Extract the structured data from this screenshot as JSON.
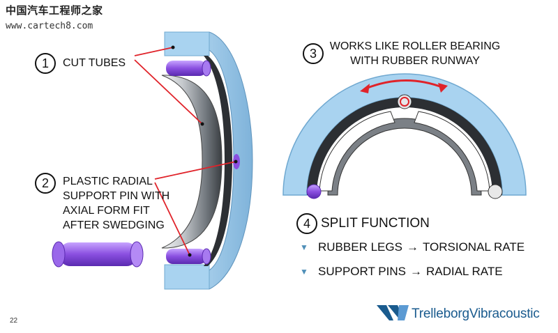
{
  "watermark": {
    "cn": "中国汽车工程师之家",
    "url": "www.cartech8.com"
  },
  "labels": {
    "n1": "1",
    "t1": "CUT  TUBES",
    "n2": "2",
    "t2": [
      "PLASTIC RADIAL",
      "SUPPORT PIN WITH",
      "AXIAL FORM FIT",
      "AFTER SWEDGING"
    ],
    "n3": "3",
    "t3": [
      "WORKS LIKE ROLLER BEARING",
      "WITH RUBBER RUNWAY"
    ],
    "n4": "4",
    "t4": "SPLIT FUNCTION"
  },
  "bullets": [
    {
      "left": "RUBBER LEGS",
      "arrow": "→",
      "right": "TORSIONAL RATE"
    },
    {
      "left": "SUPPORT PINS",
      "arrow": "→",
      "right": "RADIAL RATE"
    }
  ],
  "page": "22",
  "logo": {
    "a": "Trelleborg",
    "b": "Vibracoustic"
  },
  "colors": {
    "housing": "#a9d3f0",
    "housing_edge": "#6fa8d0",
    "pin": "#8a4fe0",
    "arrow": "#e0232a",
    "metal": "#9aa0a6"
  }
}
